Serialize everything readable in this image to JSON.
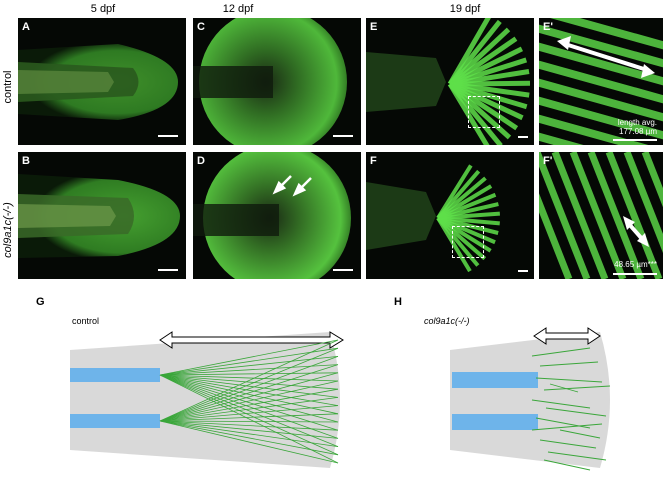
{
  "columns": [
    "5 dpf",
    "12 dpf",
    "19 dpf"
  ],
  "rows": {
    "top": "control",
    "bottom": "col9a1c(-/-)"
  },
  "panels": {
    "A": "A",
    "B": "B",
    "C": "C",
    "D": "D",
    "E": "E",
    "F": "F",
    "E2": "E'",
    "F2": "F'"
  },
  "measures": {
    "control_line1": "length avg.",
    "control_line2": "177.08 µm",
    "mutant": "48.65 µm***"
  },
  "diagrams": {
    "G": {
      "letter": "G",
      "title": "control"
    },
    "H": {
      "letter": "H",
      "title": "col9a1c(-/-)"
    }
  },
  "colors": {
    "fluorescence": "#5fe04a",
    "fin_gray": "#d9d9d9",
    "notochord_blue": "#6eb4ea",
    "fibril_green": "#3aa63a"
  },
  "icons": [
    "double-arrow-icon",
    "arrow-icon"
  ]
}
